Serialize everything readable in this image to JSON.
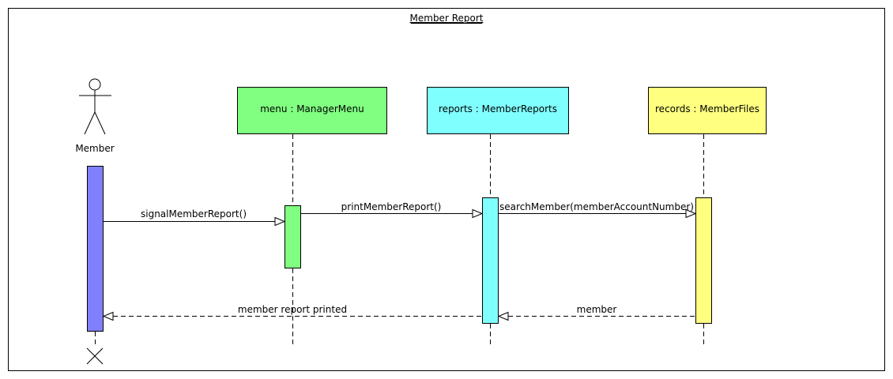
{
  "diagram": {
    "title": "Member Report",
    "actor": {
      "name": "Member",
      "color": "#8080ff"
    },
    "lifelines": [
      {
        "label": "menu : ManagerMenu",
        "color": "#80ff80"
      },
      {
        "label": "reports : MemberReports",
        "color": "#80ffff"
      },
      {
        "label": "records : MemberFiles",
        "color": "#ffff80"
      }
    ],
    "messages": [
      {
        "label": "signalMemberReport()"
      },
      {
        "label": "printMemberReport()"
      },
      {
        "label": "searchMember(memberAccountNumber)"
      },
      {
        "label": "member"
      },
      {
        "label": "member report printed"
      }
    ]
  }
}
